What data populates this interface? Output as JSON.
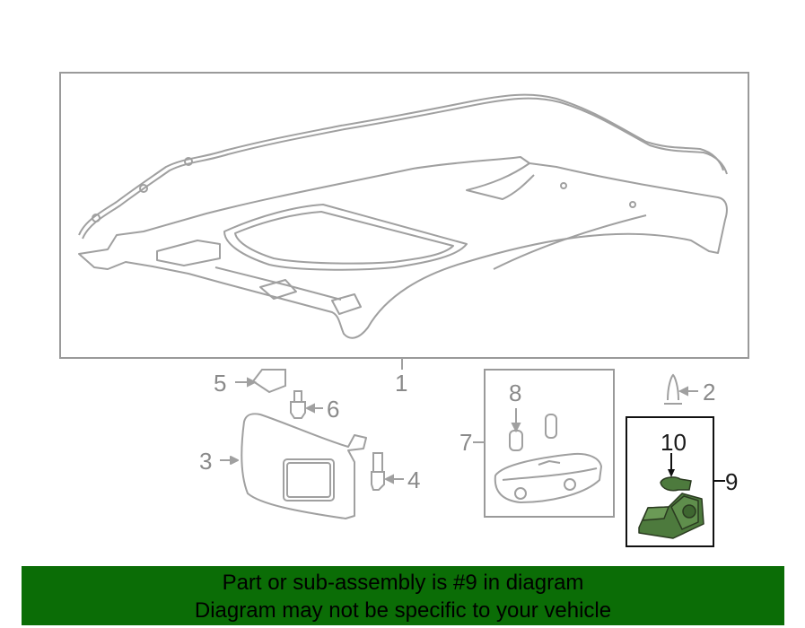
{
  "labels": {
    "l1": "1",
    "l2": "2",
    "l3": "3",
    "l4": "4",
    "l5": "5",
    "l6": "6",
    "l7": "7",
    "l8": "8",
    "l9": "9",
    "l10": "10"
  },
  "highlight_color": "#4d7a3d",
  "banner_color": "#0b6d06",
  "banner": {
    "line1": "Part or sub-assembly is #9 in diagram",
    "line2": "Diagram may not be specific to your vehicle"
  }
}
